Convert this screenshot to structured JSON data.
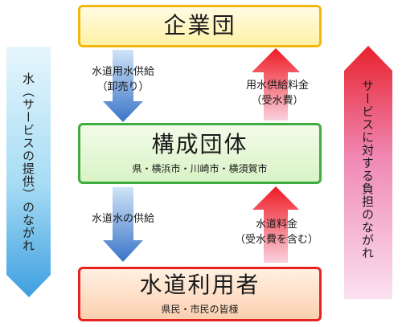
{
  "boxes": {
    "top": {
      "title": "企業団"
    },
    "middle": {
      "title": "構成団体",
      "subtitle": "県・横浜市・川崎市・横須賀市"
    },
    "bottom": {
      "title": "水道利用者",
      "subtitle": "県民・市民の皆様"
    }
  },
  "labels": {
    "supply_top": {
      "line1": "水道用水供給",
      "line2": "（卸売り）"
    },
    "payment_top": {
      "line1": "用水供給料金",
      "line2": "（受水費）"
    },
    "supply_bottom": {
      "line1": "水道水の供給"
    },
    "payment_bottom": {
      "line1": "水道料金",
      "line2": "（受水費を含む）"
    }
  },
  "side_flows": {
    "left": "水（サービスの提供）のながれ",
    "right": "サービスに対する負担のながれ"
  },
  "colors": {
    "supply_arrow": "#3a74c8",
    "payment_arrow": "#ee1a24",
    "top_border": "#f2b70f",
    "middle_border": "#3fac3f",
    "bottom_border": "#e52421"
  }
}
